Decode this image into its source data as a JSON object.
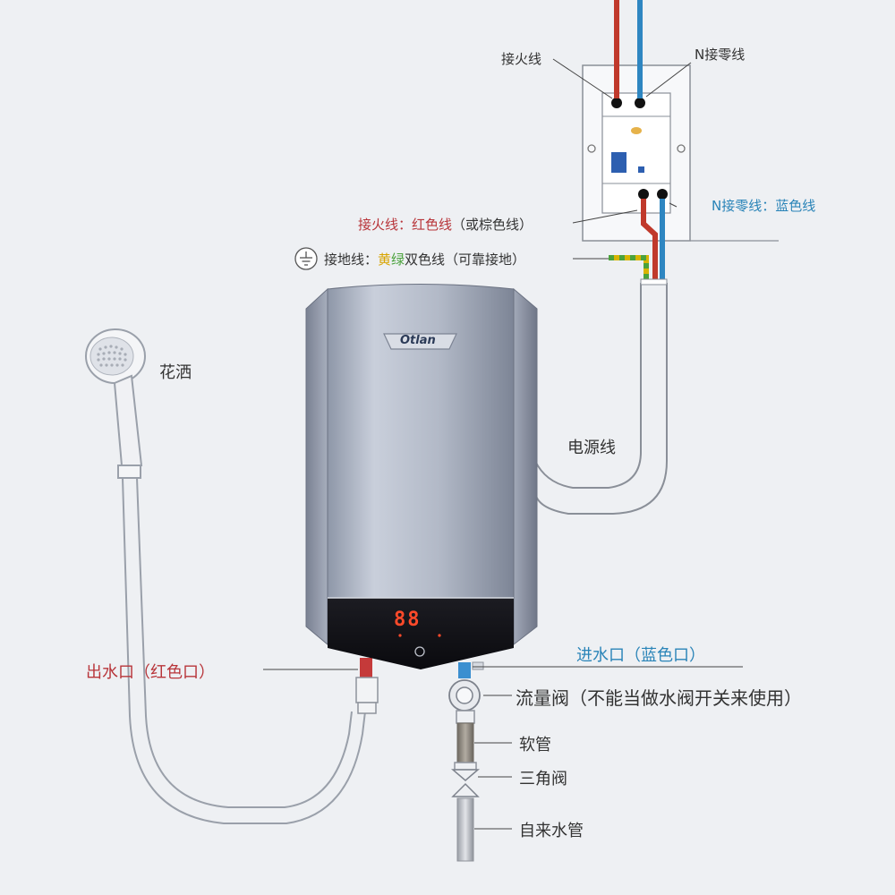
{
  "labels": {
    "live_wire": "接火线",
    "neutral_wire": "N接零线",
    "live_desc_head": "接火线：红色线",
    "live_desc_tail": "（或棕色线）",
    "neutral_desc": "N接零线：蓝色线",
    "ground_desc_head": "接地线：",
    "ground_desc_yellow": "黄",
    "ground_desc_green": "绿",
    "ground_desc_tail": "双色线（可靠接地）",
    "shower_head": "花洒",
    "power_cord": "电源线",
    "water_outlet": "出水口（红色口）",
    "water_inlet": "进水口（蓝色口）",
    "flow_valve": "流量阀（不能当做水阀开关来使用）",
    "hose": "软管",
    "angle_valve": "三角阀",
    "tap_pipe": "自来水管"
  },
  "heater": {
    "brand": "Otlan",
    "display": "88"
  },
  "colors": {
    "live": "#c0392b",
    "neutral": "#2e86c1",
    "ground_yellow": "#d8b400",
    "ground_green": "#4aa23c",
    "label_red": "#b8353a",
    "label_blue": "#2a84b8",
    "display_digits": "#ff4a2a"
  },
  "icons": {
    "ground_symbol": "ground-icon"
  }
}
